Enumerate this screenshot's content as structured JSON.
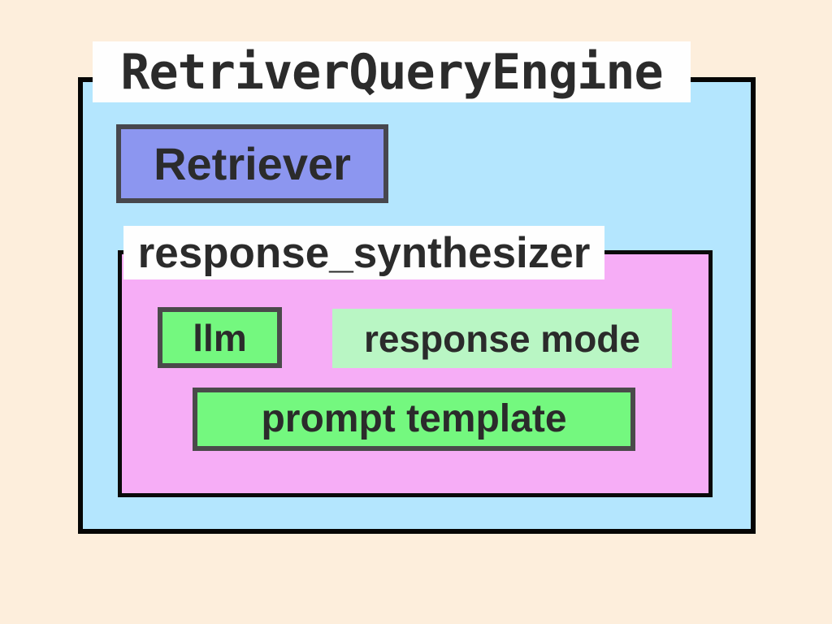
{
  "diagram": {
    "title": "RetriverQueryEngine",
    "retriever": {
      "label": "Retriever"
    },
    "response_synthesizer": {
      "label": "response_synthesizer",
      "children": {
        "llm": {
          "label": "llm"
        },
        "response_mode": {
          "label": "response mode"
        },
        "prompt_template": {
          "label": "prompt template"
        }
      }
    }
  },
  "colors": {
    "background": "#fdeedc",
    "engine-fill": "#b4e6fe",
    "engine-border": "#050505",
    "retriever-fill": "#8c96f0",
    "retriever-border": "#47474d",
    "synthesizer-fill": "#f6adf6",
    "synthesizer-border": "#0a0a0a",
    "llm-fill": "#74f87f",
    "llm-border": "#4a4a4a",
    "response-mode-fill": "#b9f6c4",
    "prompt-template-fill": "#74f87f",
    "prompt-template-border": "#4a4a4a",
    "label-bg": "#fefefe",
    "text": "#2b2b2b"
  }
}
